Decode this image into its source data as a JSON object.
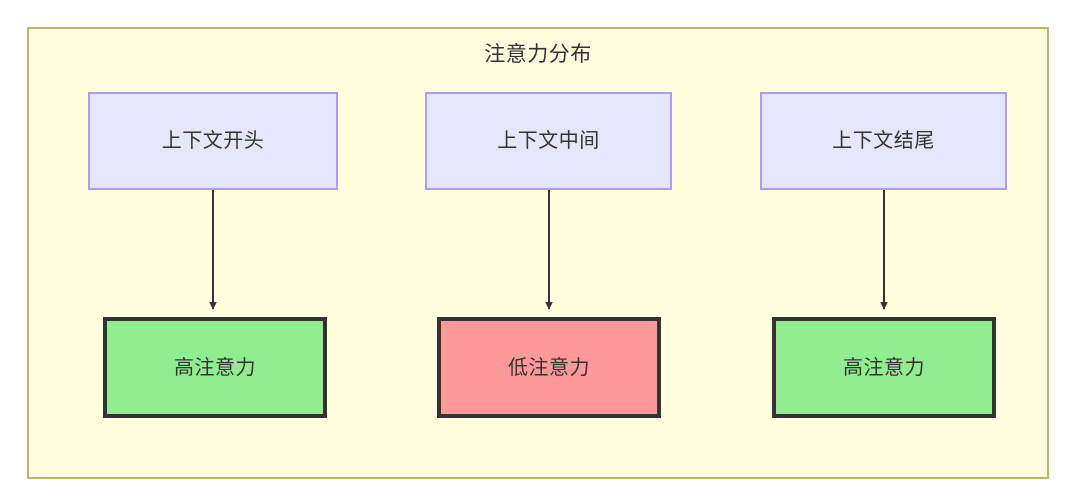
{
  "diagram": {
    "title": "注意力分布",
    "background_color": "#FFFFE0",
    "border_color": "#BDB76B",
    "canvas_background": "#FFFFFF",
    "context_nodes": [
      {
        "label": "上下文开头",
        "fill": "#E6E6FA",
        "stroke": "#B19CE6"
      },
      {
        "label": "上下文中间",
        "fill": "#E6E6FA",
        "stroke": "#B19CE6"
      },
      {
        "label": "上下文结尾",
        "fill": "#E6E6FA",
        "stroke": "#B19CE6"
      }
    ],
    "attention_nodes": [
      {
        "label": "高注意力",
        "fill": "#90EE90",
        "stroke": "#333333"
      },
      {
        "label": "低注意力",
        "fill": "#FF9999",
        "stroke": "#333333"
      },
      {
        "label": "高注意力",
        "fill": "#90EE90",
        "stroke": "#333333"
      }
    ],
    "edges": [
      {
        "from": "上下文开头",
        "to": "高注意力",
        "style": "arrow"
      },
      {
        "from": "上下文中间",
        "to": "低注意力",
        "style": "arrow"
      },
      {
        "from": "上下文结尾",
        "to": "高注意力",
        "style": "arrow"
      }
    ],
    "edge_color": "#333333"
  }
}
